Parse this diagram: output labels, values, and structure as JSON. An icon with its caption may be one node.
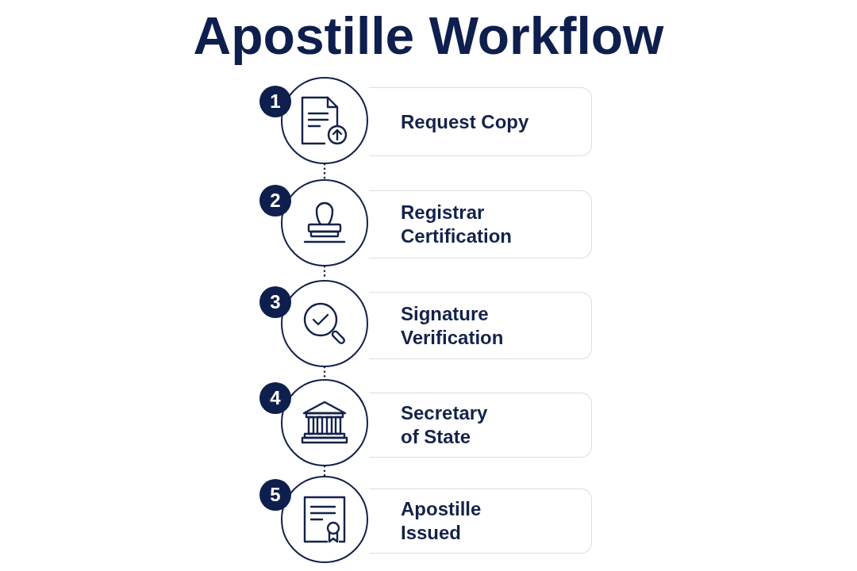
{
  "diagram": {
    "title": "Apostille Workflow",
    "nodes": [
      {
        "text": [
          "1"
        ]
      },
      {
        "text": [],
        "shape": "circle"
      },
      {
        "text": [
          "Request Copy"
        ]
      },
      {
        "text": [
          "2"
        ]
      },
      {
        "text": [],
        "shape": "circle"
      },
      {
        "text": [
          "Registrar Certification"
        ]
      },
      {
        "text": [
          "3"
        ]
      },
      {
        "text": [],
        "shape": "circle"
      },
      {
        "text": [
          "Signature Verification"
        ]
      },
      {
        "text": [
          "4"
        ]
      },
      {
        "text": [],
        "shape": "circle"
      },
      {
        "text": [
          "Secretary of State"
        ]
      },
      {
        "text": [
          "5"
        ]
      },
      {
        "text": [],
        "shape": "circle"
      },
      {
        "text": [
          "Apostille Issued"
        ]
      }
    ],
    "edges": [
      {
        "from": 1,
        "to": 4,
        "arrow": "none",
        "style": "dashed"
      },
      {
        "from": 4,
        "to": 7,
        "arrow": "none",
        "style": "dashed"
      },
      {
        "from": 7,
        "to": 10,
        "arrow": "none",
        "style": "dashed"
      },
      {
        "from": 10,
        "to": 13,
        "arrow": "none",
        "style": "dashed"
      }
    ]
  }
}
